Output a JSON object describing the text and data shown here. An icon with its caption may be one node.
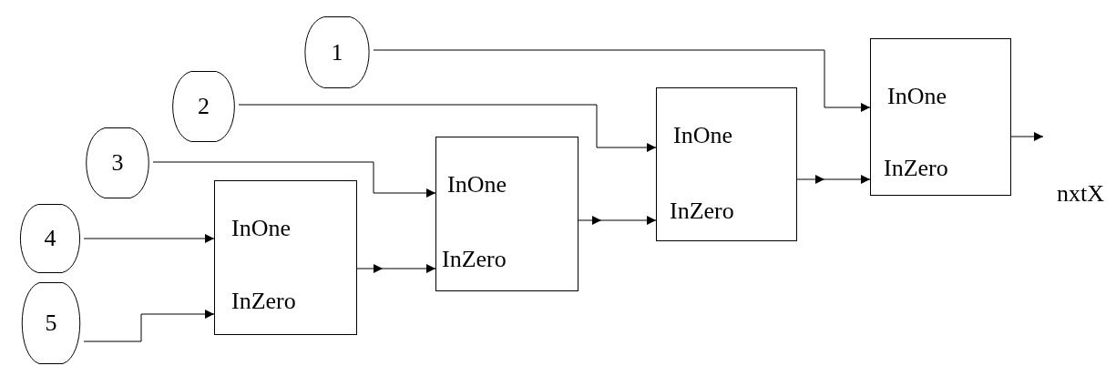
{
  "diagram": {
    "nodes": [
      {
        "text": [
          "1"
        ]
      },
      {
        "text": [
          "2"
        ]
      },
      {
        "text": [
          "3"
        ]
      },
      {
        "text": [
          "4"
        ]
      },
      {
        "text": [
          "5"
        ]
      },
      {
        "text": [
          "InOne",
          "InZero"
        ]
      },
      {
        "text": [
          "InOne",
          "InZero"
        ]
      },
      {
        "text": [
          "InOne",
          "InZero"
        ]
      },
      {
        "text": [
          "InOne",
          "InZero"
        ]
      }
    ],
    "edges": [
      {
        "from": 0,
        "to": 8,
        "arrow": "to"
      },
      {
        "from": 1,
        "to": 7,
        "arrow": "to"
      },
      {
        "from": 2,
        "to": 6,
        "arrow": "to"
      },
      {
        "from": 3,
        "to": 5,
        "arrow": "to"
      },
      {
        "from": 4,
        "to": 5,
        "arrow": "to"
      },
      {
        "from": 5,
        "to": 6,
        "arrow": "to"
      },
      {
        "from": 6,
        "to": 7,
        "arrow": "to"
      },
      {
        "from": 7,
        "to": 8,
        "arrow": "to"
      },
      {
        "from": 8,
        "to": null,
        "arrow": "to"
      }
    ],
    "labels": [
      "nxtX"
    ]
  }
}
